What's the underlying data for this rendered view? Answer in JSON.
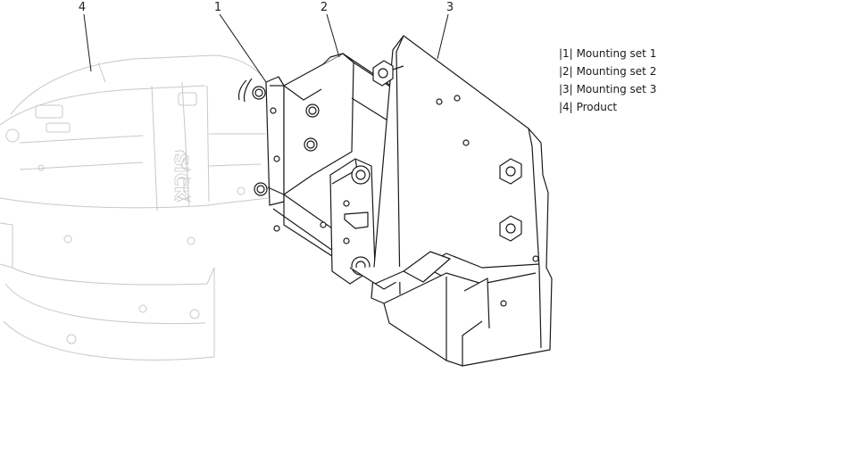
{
  "callouts": [
    {
      "id": "4",
      "label": "4"
    },
    {
      "id": "1",
      "label": "1"
    },
    {
      "id": "2",
      "label": "2"
    },
    {
      "id": "3",
      "label": "3"
    }
  ],
  "legend": {
    "items": [
      {
        "key": "|1|",
        "text": "Mounting set 1"
      },
      {
        "key": "|2|",
        "text": "Mounting set 2"
      },
      {
        "key": "|3|",
        "text": "Mounting set 3"
      },
      {
        "key": "|4|",
        "text": "Product"
      }
    ]
  },
  "product": {
    "brand_text": "SICK"
  },
  "colors": {
    "line": "#1a1a1a",
    "ghost_line": "#c8c8c8",
    "background": "#ffffff"
  }
}
